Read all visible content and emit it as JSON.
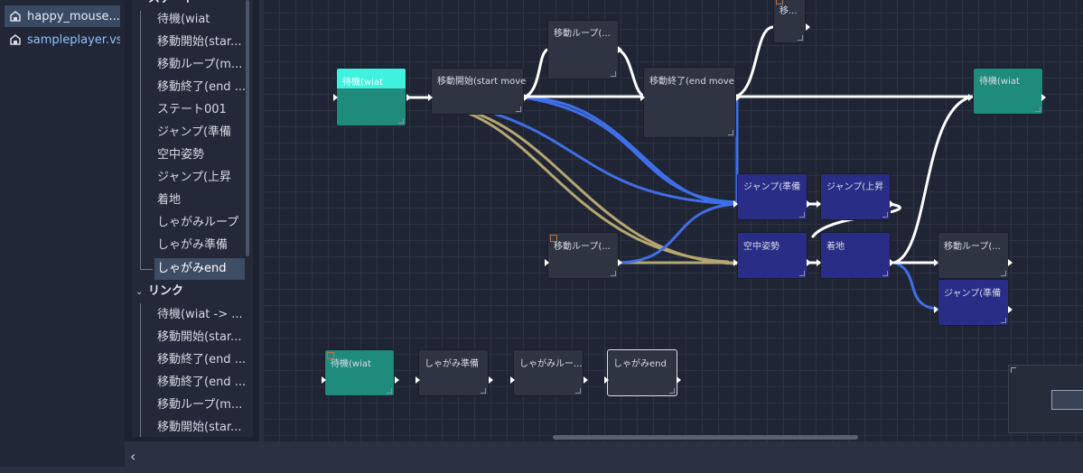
{
  "files": [
    {
      "name": "happy_mouse...",
      "icon": "scene-icon",
      "selected": true
    },
    {
      "name": "sampleplayer.vs",
      "icon": "scene-icon",
      "selected": false
    }
  ],
  "tree": {
    "top_partial": "ステート",
    "states": [
      "待機(wiat",
      "移動開始(star...",
      "移動ループ(m...",
      "移動終了(end ...",
      "ステート001",
      "ジャンプ(準備",
      "空中姿勢",
      "ジャンプ(上昇",
      "着地",
      "しゃがみループ",
      "しゃがみ準備",
      "しゃがみend"
    ],
    "links_header": "リンク",
    "links": [
      "待機(wiat -> ...",
      "移動開始(star...",
      "移動終了(end ...",
      "移動終了(end ...",
      "移動ループ(m...",
      "移動開始(star..."
    ]
  },
  "graph": {
    "nodes": [
      {
        "id": "n_wait1",
        "title": "待機(wiat"
      },
      {
        "id": "n_start",
        "title": "移動開始(start move"
      },
      {
        "id": "n_loop_top",
        "title": "移動ループ(..."
      },
      {
        "id": "n_end",
        "title": "移動終了(end move"
      },
      {
        "id": "n_small_top",
        "title": "移..."
      },
      {
        "id": "n_wait_right",
        "title": "待機(wiat"
      },
      {
        "id": "n_jump_prep",
        "title": "ジャンプ(準備"
      },
      {
        "id": "n_jump_up",
        "title": "ジャンプ(上昇"
      },
      {
        "id": "n_loop_mid",
        "title": "移動ループ(..."
      },
      {
        "id": "n_air",
        "title": "空中姿勢"
      },
      {
        "id": "n_land",
        "title": "着地"
      },
      {
        "id": "n_loop_right",
        "title": "移動ループ(..."
      },
      {
        "id": "n_jump_prep2",
        "title": "ジャンプ(準備"
      },
      {
        "id": "n_wait_bottom",
        "title": "待機(wiat"
      },
      {
        "id": "n_crouch_prep",
        "title": "しゃがみ準備"
      },
      {
        "id": "n_crouch_loop",
        "title": "しゃがみルー..."
      },
      {
        "id": "n_crouch_end",
        "title": "しゃがみend"
      }
    ]
  },
  "footer": {
    "collapse_glyph": "‹"
  },
  "colors": {
    "wire_white": "#ffffff",
    "wire_blue": "#3f6fe8",
    "wire_gold": "#b6a670",
    "teal_node": "#1f8b7c",
    "blue_node": "#2a2d86"
  }
}
